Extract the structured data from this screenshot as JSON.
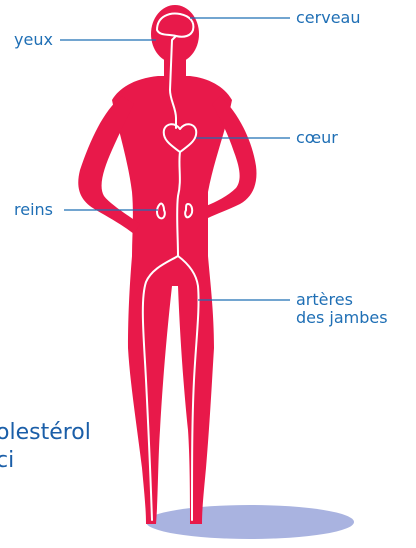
{
  "colors": {
    "body": "#e8194a",
    "organ_line": "#ffffff",
    "leader_line": "#1f6fb5",
    "label_text": "#1f6fb5",
    "caption_text": "#1a5ea8",
    "shadow": "#a9b3e0"
  },
  "labels": {
    "yeux": "yeux",
    "cerveau": "cerveau",
    "coeur": "cœur",
    "reins": "reins",
    "arteres_line1": "artères",
    "arteres_line2": "des jambes"
  },
  "caption": {
    "line1": "olestérol",
    "line2": "ci"
  }
}
